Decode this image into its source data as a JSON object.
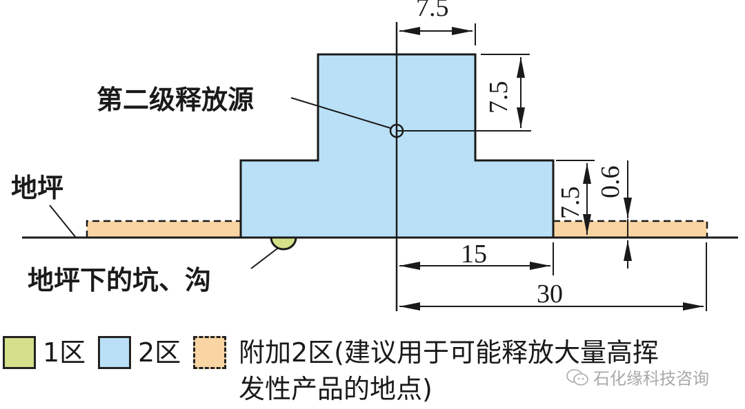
{
  "diagram": {
    "labels": {
      "release_source": "第二级释放源",
      "floor": "地坪",
      "pit_trench": "地坪下的坑、沟"
    },
    "dimensions": {
      "top_width": "7.5",
      "upper_height": "7.5",
      "lower_height": "7.5",
      "additional_height": "0.6",
      "half_width_zone2": "15",
      "half_width_additional": "30"
    },
    "colors": {
      "zone1": "#d4e08a",
      "zone2": "#b9e0f6",
      "additional_zone2": "#f9d5a3",
      "outline": "#1a1a1a"
    }
  },
  "legend": {
    "items": [
      {
        "label": "1区",
        "color": "#d4e08a",
        "style": "solid"
      },
      {
        "label": "2区",
        "color": "#b9e0f6",
        "style": "solid"
      },
      {
        "label": "附加2区(建议用于可能释放大量高挥",
        "color": "#f9d5a3",
        "style": "dashed"
      }
    ],
    "continuation": "发性产品的地点)"
  },
  "watermark": {
    "icon": "wechat-icon",
    "text": "石化缘科技咨询"
  }
}
